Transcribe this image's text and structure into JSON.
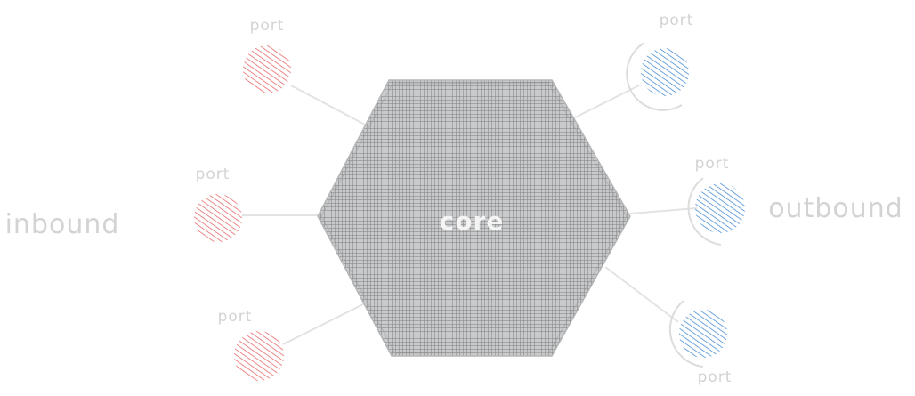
{
  "labels": {
    "inbound": "inbound",
    "outbound": "outbound",
    "core": "core",
    "port": "port"
  },
  "colors": {
    "core_fill": "#8a8c8e",
    "inbound_port": "#e86a6a",
    "outbound_port": "#4a8fd8",
    "connector": "#e3e3e3",
    "label_text": "#d3d3d3"
  },
  "icons": {
    "inbound_port": "red-hatched-circle",
    "outbound_port": "blue-hatched-circle",
    "core": "gray-crosshatched-hexagon"
  }
}
